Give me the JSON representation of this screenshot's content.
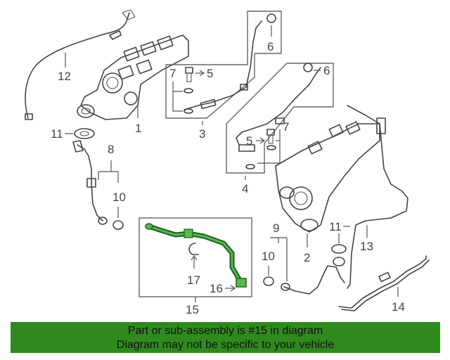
{
  "callouts": {
    "c1": "1",
    "c3": "3",
    "c4": "4",
    "c5a": "5",
    "c5b": "5",
    "c6a": "6",
    "c6b": "6",
    "c7a": "7",
    "c7b": "7",
    "c8": "8",
    "c9": "9",
    "c10a": "10",
    "c10b": "10",
    "c11a": "11",
    "c11b": "11",
    "c12": "12",
    "c13": "13",
    "c14": "14",
    "c15": "15",
    "c16": "16",
    "c17": "17",
    "c2": "2"
  },
  "banner": {
    "line1": "Part or sub-assembly is #15 in diagram",
    "line2": "Diagram may not be specific to your vehicle"
  },
  "colors": {
    "banner_bg": "#2f8a1e",
    "highlight_part": "#57b94f"
  }
}
